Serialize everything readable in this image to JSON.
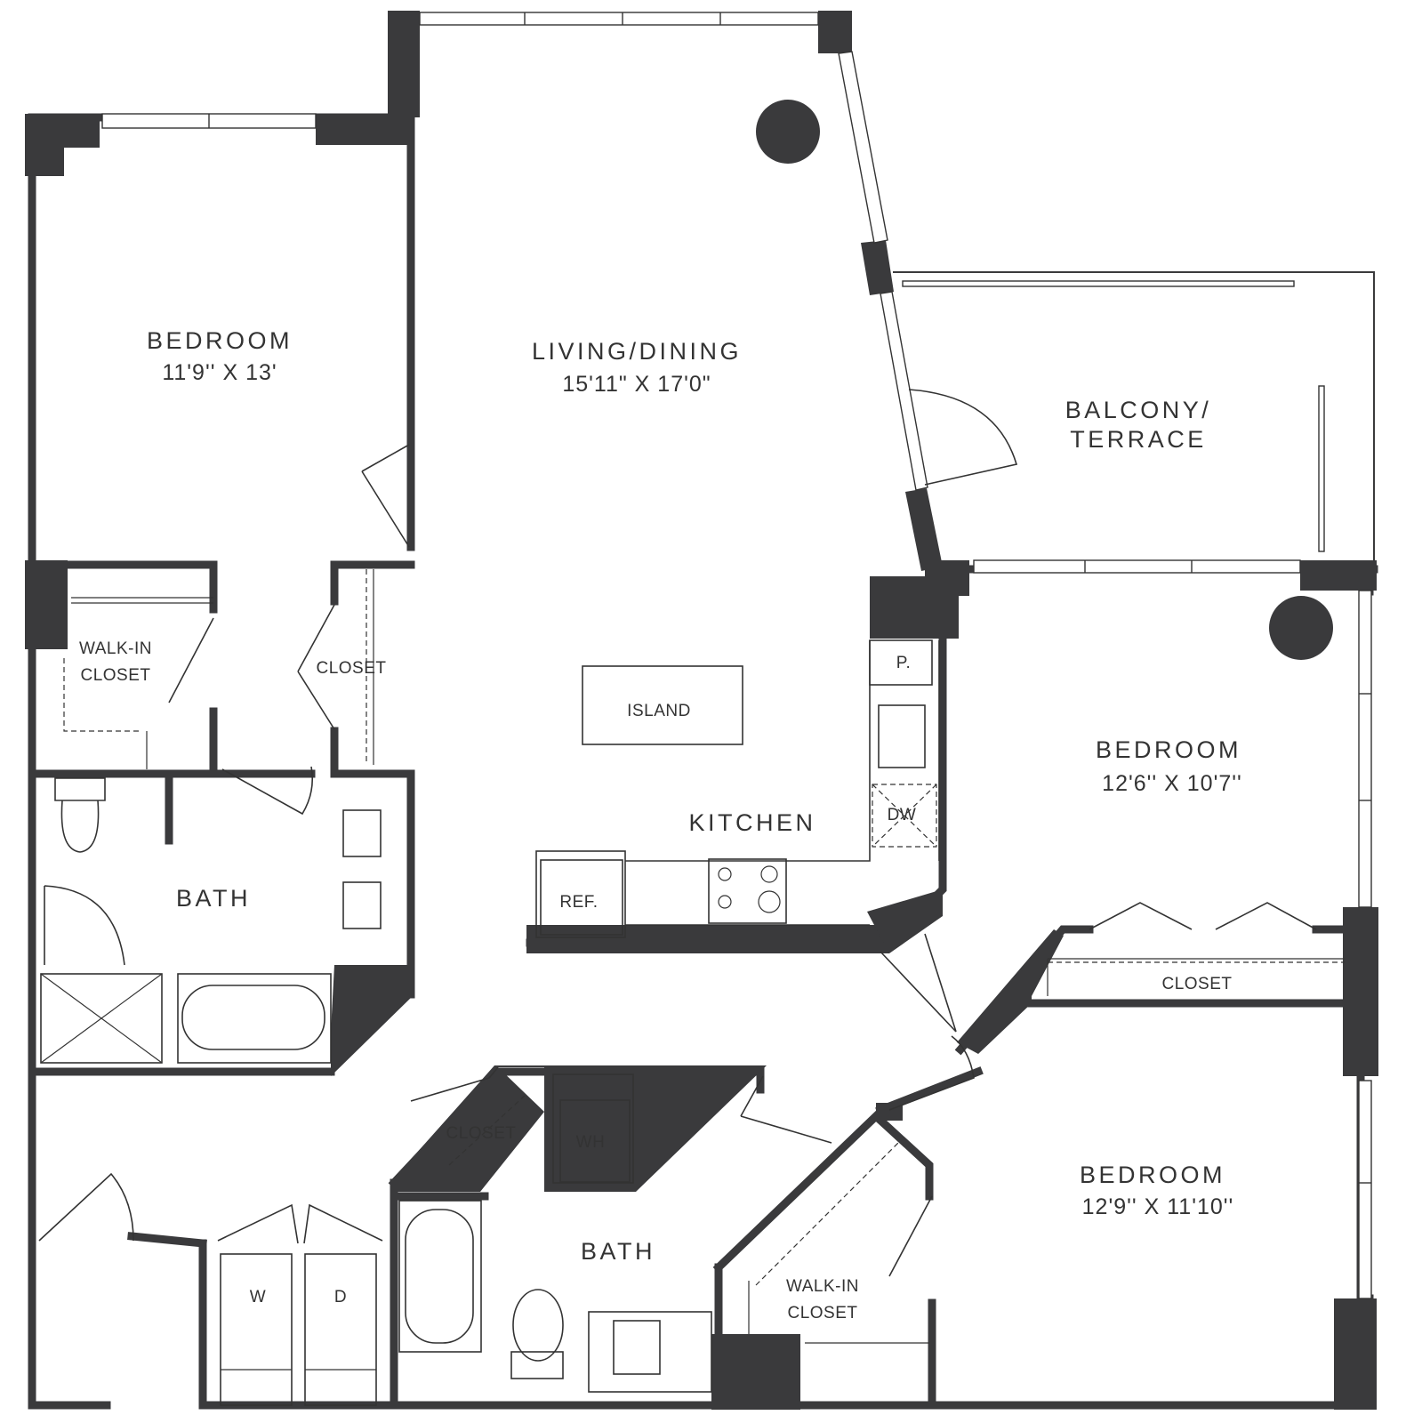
{
  "rooms": {
    "bedroom_nw": {
      "name": "BEDROOM",
      "dims": "11'9'' X 13'"
    },
    "living": {
      "name": "LIVING/DINING",
      "dims": "15'11\" X 17'0\""
    },
    "balcony": {
      "line1": "BALCONY/",
      "line2": "TERRACE"
    },
    "bedroom_e": {
      "name": "BEDROOM",
      "dims": "12'6'' X 10'7''"
    },
    "bedroom_se": {
      "name": "BEDROOM",
      "dims": "12'9'' X 11'10''"
    },
    "kitchen": {
      "name": "KITCHEN"
    },
    "bath_w": {
      "name": "BATH"
    },
    "bath_s": {
      "name": "BATH"
    }
  },
  "fixtures": {
    "walkin_nw": {
      "line1": "WALK-IN",
      "line2": "CLOSET"
    },
    "closet_nw": "CLOSET",
    "island": "ISLAND",
    "pantry": "P.",
    "dishwasher": "DW",
    "refrigerator": "REF.",
    "closet_e": "CLOSET",
    "closet_s": "CLOSET",
    "water_heater": "WH",
    "washer": "W",
    "dryer": "D",
    "walkin_se": {
      "line1": "WALK-IN",
      "line2": "CLOSET"
    }
  },
  "colors": {
    "wall": "#3a3a3c",
    "line": "#333333",
    "background": "#ffffff"
  }
}
